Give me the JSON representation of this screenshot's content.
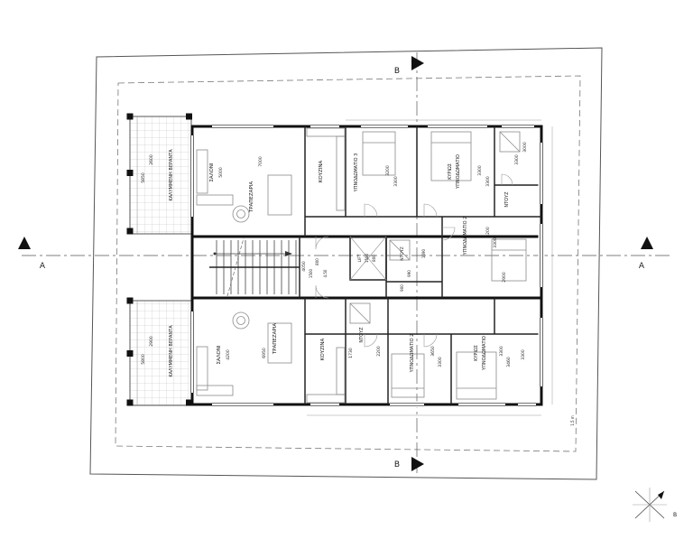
{
  "markers": {
    "section_a": "A",
    "section_b": "B",
    "north": "B"
  },
  "notes": {
    "setback": "1.5 m",
    "level": "4.50"
  },
  "core": {
    "lift": "LIFT",
    "lift_w": "1500",
    "lift_d": "800",
    "stair_l": "4050",
    "stair_w1": "1500",
    "stair_w2": "800",
    "wc": "ΝΤΟΥΖ",
    "wc_l": "1690",
    "wc_w": "990",
    "hall_w": "900"
  },
  "unit_top": {
    "veranda": "ΚΑΛΥΜΜΕΝΗ ΒΕΡΑΝΤΑ",
    "veranda_w": "2600",
    "veranda_l": "5850",
    "living": "ΣΑΛΟΝΙ",
    "living_w": "5000",
    "living_l": "7000",
    "dining": "ΤΡΑΠΕΖΑΡΙΑ",
    "kitchen": "ΚΟΥΖΙΝΑ",
    "bedroom3": "ΥΠΝΟΔΩΜΑΤΙΟ 3",
    "bedroom3_w": "3200",
    "bedroom3_l": "3300",
    "master1": "ΚΥΡΙΩΣ",
    "master2": "ΥΠΝΟΔΩΜΑΤΙΟ",
    "master_w": "3300",
    "master_l": "3300",
    "shower": "ΝΤΟΥΖ",
    "bedroom2": "ΥΠΝΟΔΩΜΑΤΙΟ 2",
    "bedroom2_w": "3200",
    "bedroom2_l": "3300",
    "dim_a": "3300",
    "dim_b": "3000",
    "dim_c": "2900"
  },
  "unit_bottom": {
    "veranda": "ΚΑΛΥΜΜΕΝΗ ΒΕΡΑΝΤΑ",
    "veranda_w": "2900",
    "veranda_l": "5800",
    "living": "ΣΑΛΟΝΙ",
    "living_w": "4200",
    "living_l": "6950",
    "dining": "ΤΡΑΠΕΖΑΡΙΑ",
    "kitchen": "ΚΟΥΖΙΝΑ",
    "kitchen_w": "1730",
    "shower": "ΝΤΟΥΖ",
    "shower_w": "2200",
    "bedroom2": "ΥΠΝΟΔΩΜΑΤΙΟ 2",
    "bedroom2_w": "3650",
    "bedroom2_l": "3300",
    "master1": "ΚΥΡΙΩΣ",
    "master2": "ΥΠΝΟΔΩΜΑΤΙΟ",
    "master_w": "3300",
    "master_l": "3460",
    "dim_a": "3300"
  }
}
